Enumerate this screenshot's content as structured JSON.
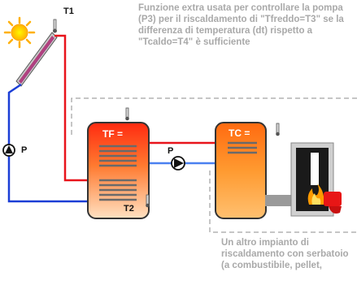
{
  "description": {
    "top": "Funzione extra usata per controllare la pompa (P3) per il riscaldamento di \"Tfreddo=T3\" se la differenza di temperatura (dt) rispetto a \"Tcaldo=T4\" è sufficiente",
    "bottom": "Un altro impianto di riscaldamento con serbatoio (a combustibile, pellet,"
  },
  "labels": {
    "t1": "T1",
    "p_left": "P",
    "p_middle": "P",
    "tf": "TF =",
    "tc": "TC =",
    "t2": "T2"
  },
  "colors": {
    "hot_pipe": "#e8141b",
    "cold_pipe": "#1b3ed6",
    "mid_pipe": "#4a80f0",
    "tank_top": "#ff3a14",
    "tank_bottom": "#ffd7b0",
    "dashed": "#8c8c8c",
    "text_gray": "#a9a9a9"
  }
}
